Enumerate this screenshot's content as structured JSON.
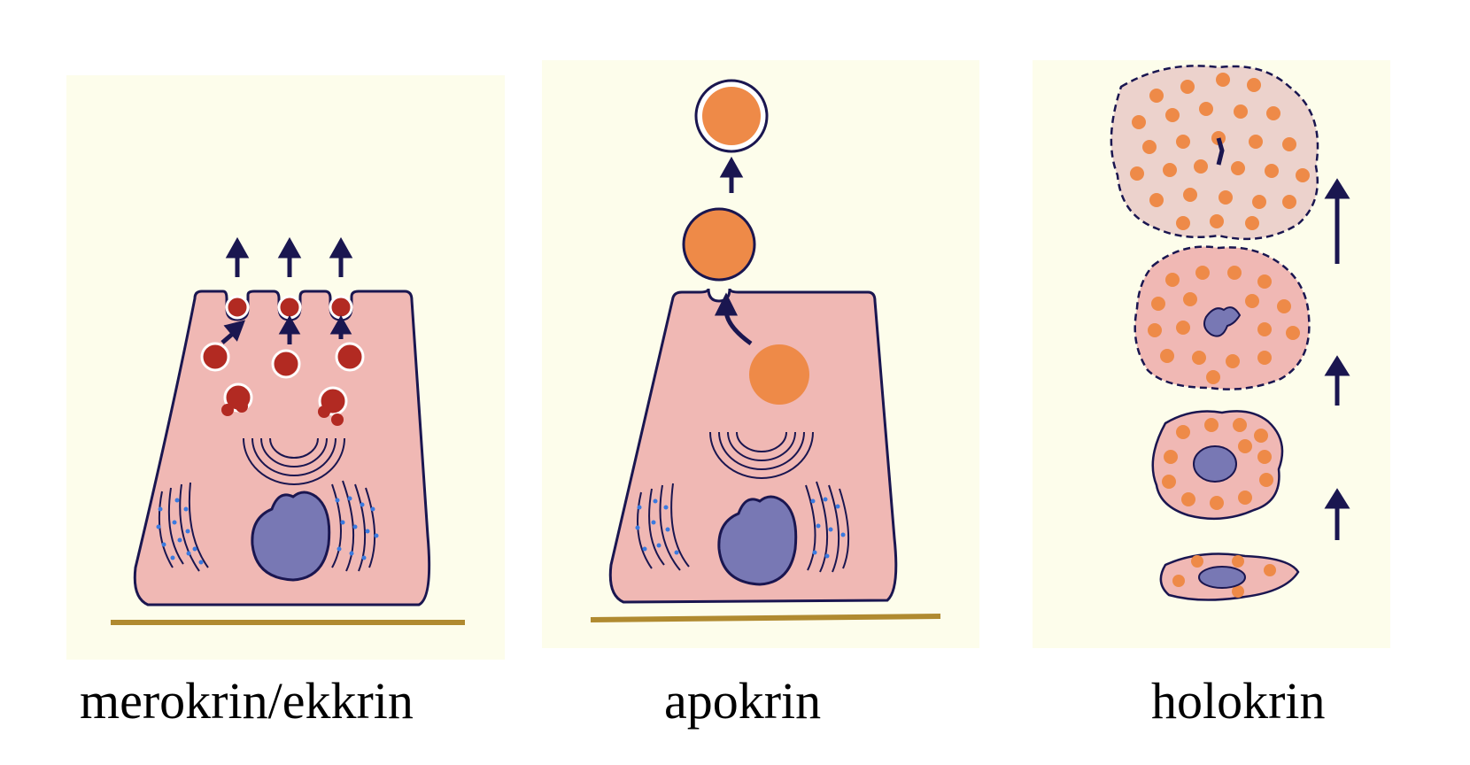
{
  "colors": {
    "panel_bg": "#fdfdeb",
    "cytoplasm": "#f0b8b4",
    "membrane": "#1a1650",
    "nucleus": "#7878b4",
    "granule_merocrine": "#b22a22",
    "granule_apocrine": "#ee8a48",
    "basement": "#b08a30",
    "ribosome": "#3a7ae0",
    "arrow": "#1a1650"
  },
  "panels": [
    {
      "id": "merocrine",
      "label": "merokrin/ekkrin",
      "icon": "merocrine-cell-icon"
    },
    {
      "id": "apocrine",
      "label": "apokrin",
      "icon": "apocrine-cell-icon"
    },
    {
      "id": "holocrine",
      "label": "holokrin",
      "icon": "holocrine-cell-sequence-icon"
    }
  ]
}
